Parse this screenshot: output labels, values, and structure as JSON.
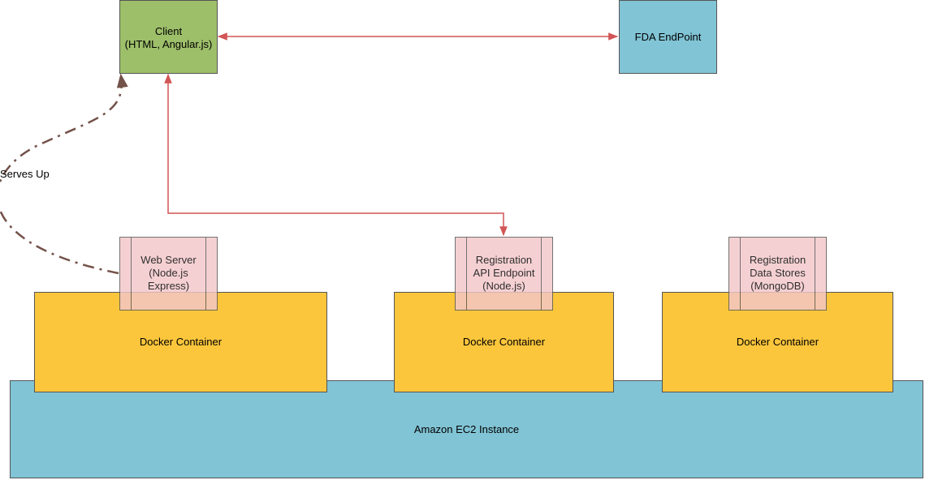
{
  "colors": {
    "ec2": "#81c4d5",
    "docker": "#fcc63c",
    "service": "#f3c6c9",
    "client": "#9ebf6a",
    "fda": "#81c4d5",
    "arrow": "#d35555",
    "serves_arrow": "#735249"
  },
  "nodes": {
    "client": {
      "label": "Client\n(HTML, Angular.js)"
    },
    "fda": {
      "label": "FDA EndPoint"
    },
    "ec2": {
      "label": "Amazon EC2 Instance"
    },
    "docker1": {
      "label": "Docker Container"
    },
    "docker2": {
      "label": "Docker Container"
    },
    "docker3": {
      "label": "Docker Container"
    },
    "web_server": {
      "label": "Web Server\n(Node.js\nExpress)"
    },
    "api": {
      "label": "Registration\nAPI Endpoint\n(Node.js)"
    },
    "data_store": {
      "label": "Registration\nData Stores\n(MongoDB)"
    }
  },
  "edges": [
    {
      "from": "client",
      "to": "fda",
      "style": "solid",
      "arrows": "both"
    },
    {
      "from": "client",
      "to": "api",
      "style": "solid",
      "arrows": "both"
    },
    {
      "from": "web_server",
      "to": "client",
      "style": "dash-dot",
      "arrows": "end",
      "label": "Serves Up"
    }
  ]
}
